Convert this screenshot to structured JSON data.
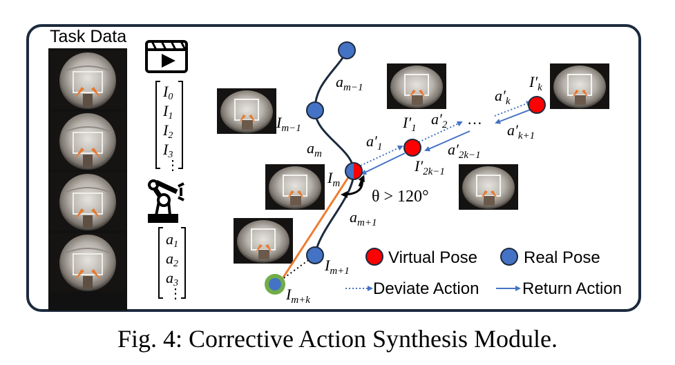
{
  "task_data": {
    "title": "Task Data",
    "image_seq": [
      "I",
      "I",
      "I",
      "I",
      "⋮"
    ],
    "image_seq_sub": [
      "0",
      "1",
      "2",
      "3",
      ""
    ],
    "action_seq": [
      "a",
      "a",
      "a",
      "⋮"
    ],
    "action_seq_sub": [
      "1",
      "2",
      "3",
      ""
    ]
  },
  "nodes": {
    "I_m_minus_1": {
      "base": "I",
      "sub": "m−1"
    },
    "I_m": {
      "base": "I",
      "sub": "m"
    },
    "I_m_plus_1": {
      "base": "I",
      "sub": "m+1"
    },
    "I_m_plus_k": {
      "base": "I",
      "sub": "m+k"
    },
    "I1p": {
      "base": "I′",
      "sub": "1"
    },
    "I2k1p": {
      "base": "I′",
      "sub": "2k−1"
    },
    "Ikp": {
      "base": "I′",
      "sub": "k"
    }
  },
  "actions": {
    "a_m_minus_1": {
      "base": "a",
      "sub": "m−1"
    },
    "a_m": {
      "base": "a",
      "sub": "m"
    },
    "a_m_plus_1": {
      "base": "a",
      "sub": "m+1"
    },
    "a1p": {
      "base": "a′",
      "sub": "1"
    },
    "a2p": {
      "base": "a′",
      "sub": "2"
    },
    "a2k1p": {
      "base": "a′",
      "sub": "2k−1"
    },
    "akp": {
      "base": "a′",
      "sub": "k"
    },
    "ak1p": {
      "base": "a′",
      "sub": "k+1"
    }
  },
  "angle_label": "θ > 120°",
  "ellipsis": "···",
  "legend": {
    "virtual_pose": "Virtual Pose",
    "real_pose": "Real Pose",
    "deviate_action": "Deviate Action",
    "return_action": "Return Action"
  },
  "colors": {
    "real_pose": "#4472c4",
    "virtual_pose": "#ff0000",
    "target_ring": "#70ad47",
    "frame": "#1c2a3e",
    "arrow": "#4472c4",
    "orange_path": "#ed7d31"
  },
  "icons": [
    "video-clip-icon",
    "robot-arm-icon"
  ],
  "caption": "Fig. 4: Corrective Action Synthesis Module."
}
